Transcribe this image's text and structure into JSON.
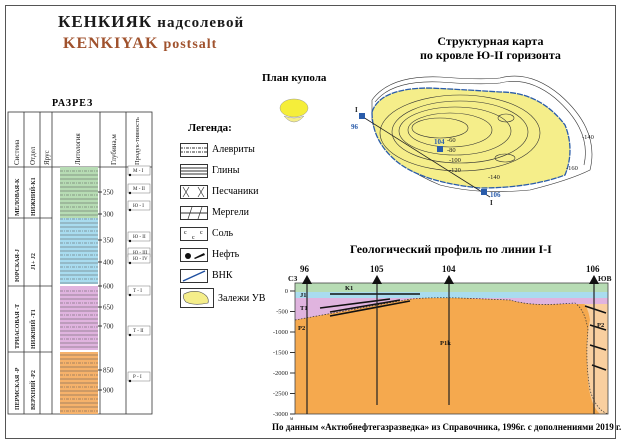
{
  "title": {
    "ru_main": "КЕНКИЯК",
    "ru_sub": "надсолевой",
    "en_main": "KENKIYAK",
    "en_sub": "postsalt"
  },
  "section": {
    "title": "РАЗРЕЗ",
    "headers": [
      "Система",
      "Отдел",
      "Ярус",
      "Литология",
      "Глубина,м",
      "Продук-тивность"
    ],
    "systems": [
      "МЕЛОВАЯ-К",
      "ЮРСКАЯ-J",
      "ТРИАСОВАЯ -Т",
      "ПЕРМСКАЯ -Р"
    ],
    "series": [
      "НИЖНИЙ-К1",
      "J1+ J2",
      "НИЖНИЙ -Т1",
      "ВЕРХНИЙ -Р2"
    ],
    "depths": [
      "250",
      "300",
      "350",
      "400",
      "600",
      "650",
      "700",
      "850",
      "900"
    ],
    "productive": [
      "М - I",
      "М - II",
      "Ю - I",
      "Ю - II",
      "Ю - III",
      "Ю - IV",
      "Т - I",
      "Т - II",
      "Р - I"
    ]
  },
  "legend": {
    "title": "Легенда:",
    "items": [
      "Алевриты",
      "Глины",
      "Песчаники",
      "Мергели",
      "Соль",
      "Нефть",
      "ВНК",
      "Залежи УВ"
    ]
  },
  "plan": {
    "title": "План купола"
  },
  "structure_map": {
    "title_line1": "Структурная карта",
    "title_line2": "по кровле Ю-II горизонта",
    "contours": [
      "-60",
      "-80",
      "-100",
      "-120",
      "-140",
      "-140",
      "-160"
    ],
    "wells": [
      "96",
      "104",
      "106"
    ],
    "line_ends": [
      "I",
      "I"
    ]
  },
  "profile": {
    "title": "Геологический профиль по линии I-I",
    "wells": [
      "96",
      "105",
      "104",
      "106"
    ],
    "directions": [
      "СЗ",
      "ЮВ"
    ],
    "y_ticks": [
      "0",
      "-500",
      "-1000",
      "-1500",
      "-2000",
      "-2500",
      "-3000"
    ],
    "y_unit": "м",
    "units": [
      "K1",
      "J1",
      "T1",
      "P2",
      "P1k",
      "P2"
    ]
  },
  "footer": "По данным «Актюбнефтегазразведка» из Справочника, 1996г. с дополнениями 2019 г.",
  "colors": {
    "cretaceous": "#b7dcb4",
    "jurassic": "#a9dcef",
    "triassic": "#e0b4df",
    "permian": "#f6b26b",
    "salt": "#f5a94e",
    "deposit": "#f5ee8a",
    "brown": "#a0522d"
  }
}
